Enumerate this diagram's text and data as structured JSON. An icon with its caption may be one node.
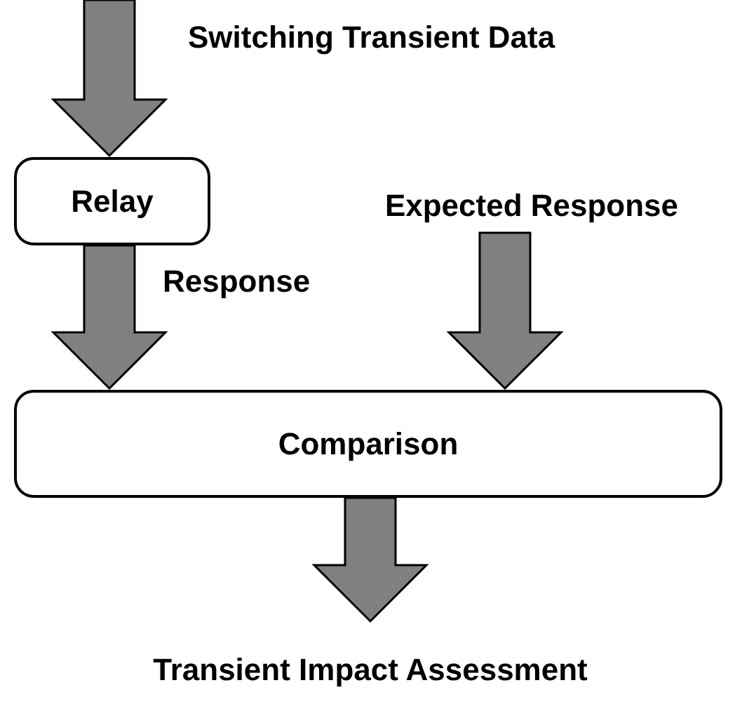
{
  "diagram": {
    "nodes": [
      {
        "text": [
          "Relay"
        ]
      },
      {
        "text": [
          "Expected Response"
        ]
      },
      {
        "text": [
          "Comparison"
        ]
      },
      {
        "text": [
          "Transient Impact Assessment"
        ]
      }
    ],
    "edges": [
      {
        "from": null,
        "to": 0,
        "arrow": "to",
        "label": "Switching Transient Data"
      },
      {
        "from": 0,
        "to": 2,
        "arrow": "to",
        "label": "Response"
      },
      {
        "from": 1,
        "to": 2,
        "arrow": "to"
      },
      {
        "from": 2,
        "to": 3,
        "arrow": "to"
      }
    ]
  }
}
